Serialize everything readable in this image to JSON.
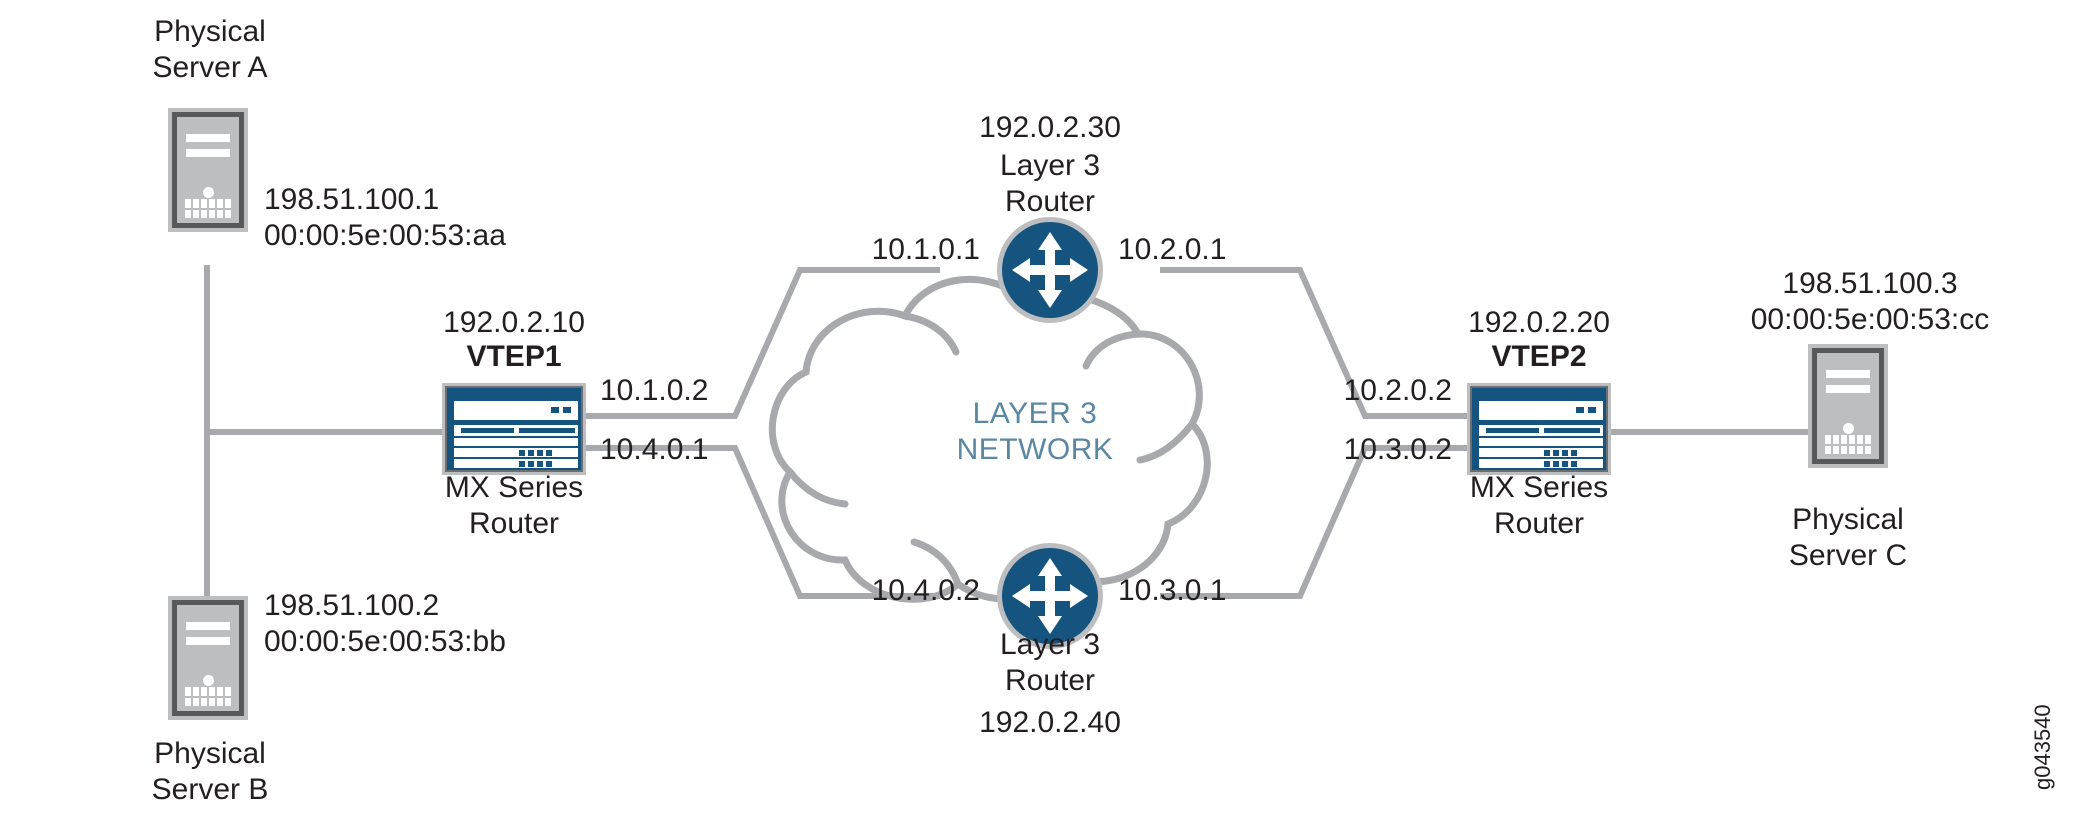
{
  "diagram": {
    "title": "VXLAN Layer 3 Network Topology",
    "watermark": "g043540",
    "colors": {
      "device_blue": "#14547f",
      "wire_gray": "#a7a9ac",
      "server_gray": "#bcbec0",
      "server_border": "#58595b",
      "text_dark": "#231f20",
      "cloud_text_blue": "#5b87a3"
    }
  },
  "cloud": {
    "line1": "LAYER 3",
    "line2": "NETWORK"
  },
  "servers": [
    {
      "id": "server-a",
      "name_line1": "Physical",
      "name_line2": "Server A",
      "ip": "198.51.100.1",
      "mac": "00:00:5e:00:53:aa"
    },
    {
      "id": "server-b",
      "name_line1": "Physical",
      "name_line2": "Server B",
      "ip": "198.51.100.2",
      "mac": "00:00:5e:00:53:bb"
    },
    {
      "id": "server-c",
      "name_line1": "Physical",
      "name_line2": "Server C",
      "ip": "198.51.100.3",
      "mac": "00:00:5e:00:53:cc"
    }
  ],
  "vteps": [
    {
      "id": "vtep1",
      "loopback": "192.0.2.10",
      "name": "VTEP1",
      "model_line1": "MX Series",
      "model_line2": "Router",
      "interfaces": [
        "10.1.0.2",
        "10.4.0.1"
      ]
    },
    {
      "id": "vtep2",
      "loopback": "192.0.2.20",
      "name": "VTEP2",
      "model_line1": "MX Series",
      "model_line2": "Router",
      "interfaces": [
        "10.2.0.2",
        "10.3.0.2"
      ]
    }
  ],
  "core_routers": [
    {
      "id": "router-top",
      "loopback": "192.0.2.30",
      "role_line1": "Layer 3",
      "role_line2": "Router",
      "left_interface": "10.1.0.1",
      "right_interface": "10.2.0.1"
    },
    {
      "id": "router-bottom",
      "loopback": "192.0.2.40",
      "role_line1": "Layer 3",
      "role_line2": "Router",
      "left_interface": "10.4.0.2",
      "right_interface": "10.3.0.1"
    }
  ]
}
